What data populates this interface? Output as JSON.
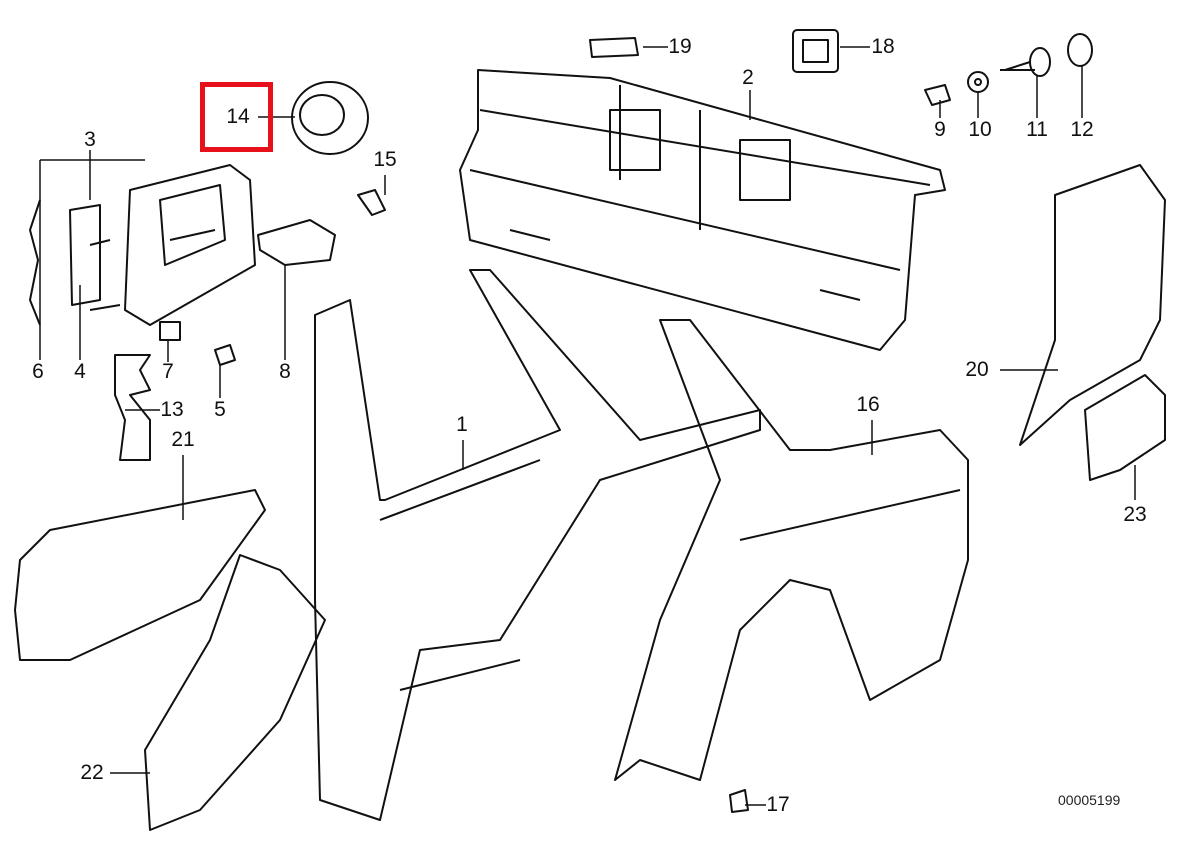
{
  "diagram": {
    "highlight_color": "#e8101a",
    "highlighted_part": "14",
    "drawing_number": "00005199",
    "parts": [
      {
        "id": "p1",
        "label": "1"
      },
      {
        "id": "p2",
        "label": "2"
      },
      {
        "id": "p3",
        "label": "3"
      },
      {
        "id": "p4",
        "label": "4"
      },
      {
        "id": "p5",
        "label": "5"
      },
      {
        "id": "p6",
        "label": "6"
      },
      {
        "id": "p7",
        "label": "7"
      },
      {
        "id": "p8",
        "label": "8"
      },
      {
        "id": "p9",
        "label": "9"
      },
      {
        "id": "p10",
        "label": "10"
      },
      {
        "id": "p11",
        "label": "11"
      },
      {
        "id": "p12",
        "label": "12"
      },
      {
        "id": "p13",
        "label": "13"
      },
      {
        "id": "p14",
        "label": "14"
      },
      {
        "id": "p15",
        "label": "15"
      },
      {
        "id": "p16",
        "label": "16"
      },
      {
        "id": "p17",
        "label": "17"
      },
      {
        "id": "p18",
        "label": "18"
      },
      {
        "id": "p19",
        "label": "19"
      },
      {
        "id": "p20",
        "label": "20"
      },
      {
        "id": "p21",
        "label": "21"
      },
      {
        "id": "p22",
        "label": "22"
      },
      {
        "id": "p23",
        "label": "23"
      }
    ]
  }
}
